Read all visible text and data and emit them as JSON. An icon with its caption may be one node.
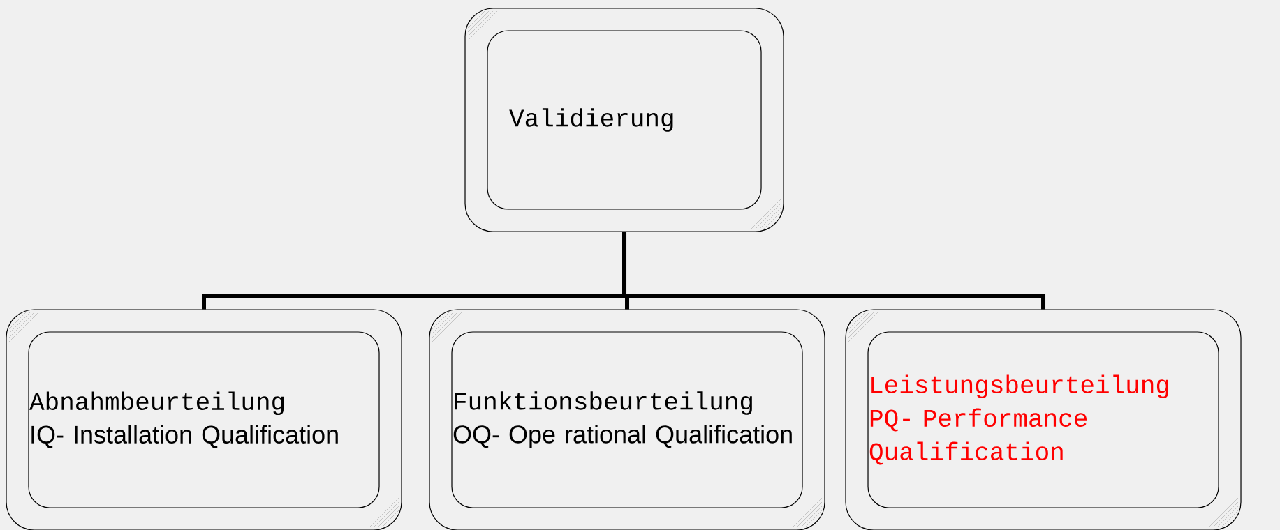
{
  "diagram": {
    "nodes": [
      {
        "text": [
          "Validierung"
        ]
      },
      {
        "text": [
          "Abnahmbeurteilung",
          "IQ- Installation Qualification"
        ]
      },
      {
        "text": [
          "Funktionsbeurteilung",
          "OQ- Ope rational Qualification"
        ]
      },
      {
        "text": [
          "Leistungsbeurteilung",
          "PQ- Performance Qualification"
        ]
      }
    ],
    "edges": [
      {
        "from": 0,
        "to": 1,
        "arrow": "none"
      },
      {
        "from": 0,
        "to": 2,
        "arrow": "none"
      },
      {
        "from": 0,
        "to": 3,
        "arrow": "none"
      }
    ]
  }
}
